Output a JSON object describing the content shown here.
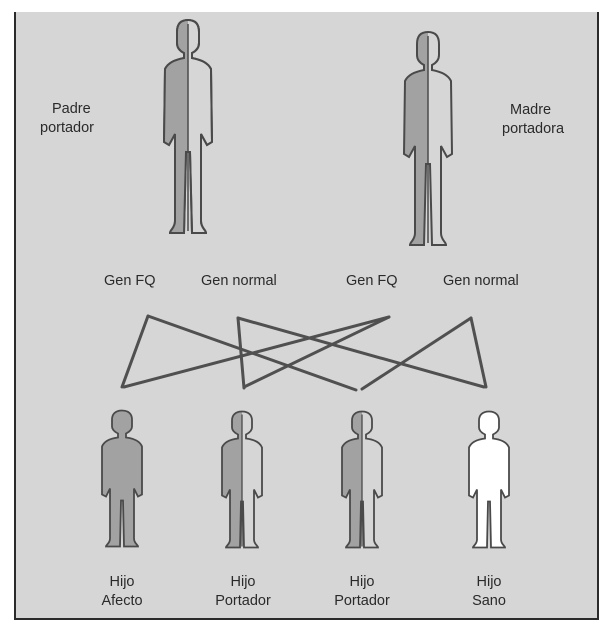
{
  "parents": {
    "father_label_line1": "Padre",
    "father_label_line2": "portador",
    "mother_label_line1": "Madre",
    "mother_label_line2": "portadora"
  },
  "genes": [
    "Gen FQ",
    "Gen normal",
    "Gen FQ",
    "Gen normal"
  ],
  "children": [
    {
      "line1": "Hijo",
      "line2": "Afecto",
      "shading": "full"
    },
    {
      "line1": "Hijo",
      "line2": "Portador",
      "shading": "half"
    },
    {
      "line1": "Hijo",
      "line2": "Portador",
      "shading": "half"
    },
    {
      "line1": "Hijo",
      "line2": "Sano",
      "shading": "none"
    }
  ],
  "colors": {
    "background": "#d6d6d6",
    "shade": "#a2a2a2",
    "outline": "#4a4a4a",
    "line": "#505050"
  }
}
